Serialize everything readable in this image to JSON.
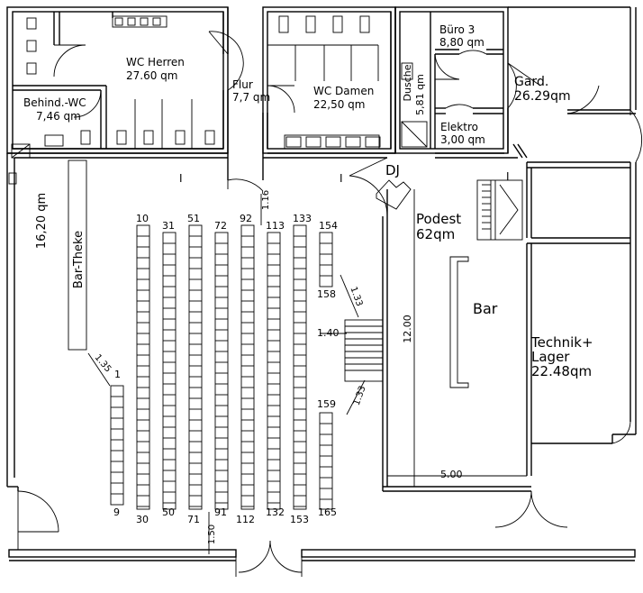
{
  "rooms": {
    "wc_herren": {
      "name": "WC Herren",
      "area": "27.60 qm"
    },
    "flur": {
      "name": "Flur",
      "area": "7,7 qm"
    },
    "wc_damen": {
      "name": "WC Damen",
      "area": "22,50 qm"
    },
    "dusche": {
      "name": "Dusche",
      "area": "5,81 qm"
    },
    "buero": {
      "name": "Büro 3",
      "area": "8,80 qm"
    },
    "garderobe": {
      "name": "Gard.",
      "area": "26.29qm"
    },
    "behind_wc": {
      "name": "Behind.-WC",
      "area": "7,46 qm"
    },
    "elektro": {
      "name": "Elektro",
      "area": "3,00 qm"
    },
    "bar_theke_area": "16,20 qm",
    "bar_theke": "Bar-Theke",
    "dj": "DJ",
    "podest": {
      "name": "Podest",
      "area": "62qm"
    },
    "bar": "Bar",
    "technik": {
      "line1": "Technik+",
      "line2": "Lager",
      "area": "22.48qm"
    }
  },
  "dimensions": {
    "d_116": "1.16",
    "d_133a": "1.33",
    "d_140": "1.40",
    "d_133b": "1.33",
    "d_135": "1.35",
    "d_150": "1.50",
    "d_1200": "12.00",
    "d_500": "5.00"
  },
  "seats": {
    "top": [
      "10",
      "31",
      "51",
      "72",
      "92",
      "113",
      "133",
      "154"
    ],
    "bottom": [
      "9",
      "30",
      "50",
      "71",
      "91",
      "112",
      "132",
      "153",
      "165"
    ],
    "first_row_start": "1",
    "mid_158": "158",
    "mid_159": "159"
  },
  "marker": "I"
}
